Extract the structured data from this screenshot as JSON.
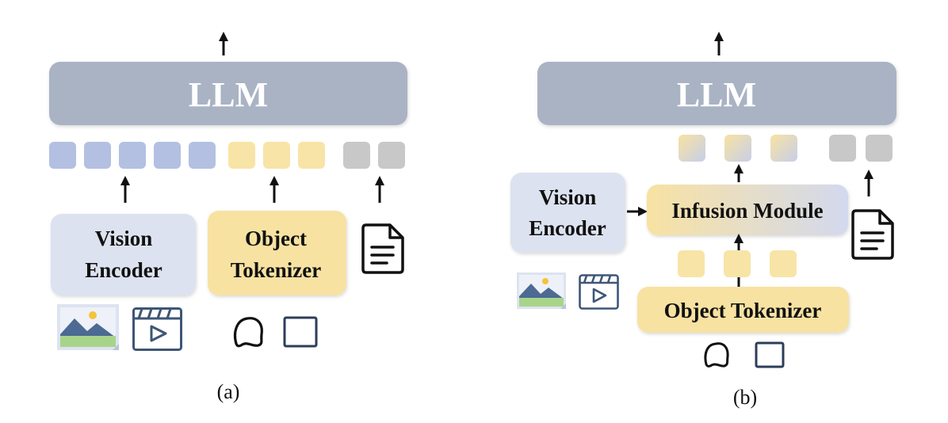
{
  "panel_a": {
    "llm_label": "LLM",
    "vision_encoder_line1": "Vision",
    "vision_encoder_line2": "Encoder",
    "object_tokenizer_line1": "Object",
    "object_tokenizer_line2": "Tokenizer",
    "caption": "(a)",
    "token_groups": [
      {
        "kind": "vision",
        "count": 5
      },
      {
        "kind": "object",
        "count": 3
      },
      {
        "kind": "text",
        "count": 2
      }
    ],
    "icons": [
      "image-icon",
      "video-icon",
      "freeform-mask-icon",
      "box-icon",
      "document-icon"
    ]
  },
  "panel_b": {
    "llm_label": "LLM",
    "vision_encoder_line1": "Vision",
    "vision_encoder_line2": "Encoder",
    "infusion_module_label": "Infusion Module",
    "object_tokenizer_label": "Object Tokenizer",
    "caption": "(b)",
    "token_groups": [
      {
        "kind": "fused",
        "count": 3
      },
      {
        "kind": "text",
        "count": 2
      },
      {
        "kind": "object",
        "count": 3
      }
    ],
    "icons": [
      "image-icon",
      "video-icon",
      "freeform-mask-icon",
      "box-icon",
      "document-icon"
    ]
  },
  "colors": {
    "llm": "#aab3c4",
    "vision_token": "#b3c0e2",
    "object_token": "#f8e4a6",
    "text_token": "#c8c8c8",
    "vision_box": "#dde2f0",
    "object_box": "#f8e2a2"
  }
}
